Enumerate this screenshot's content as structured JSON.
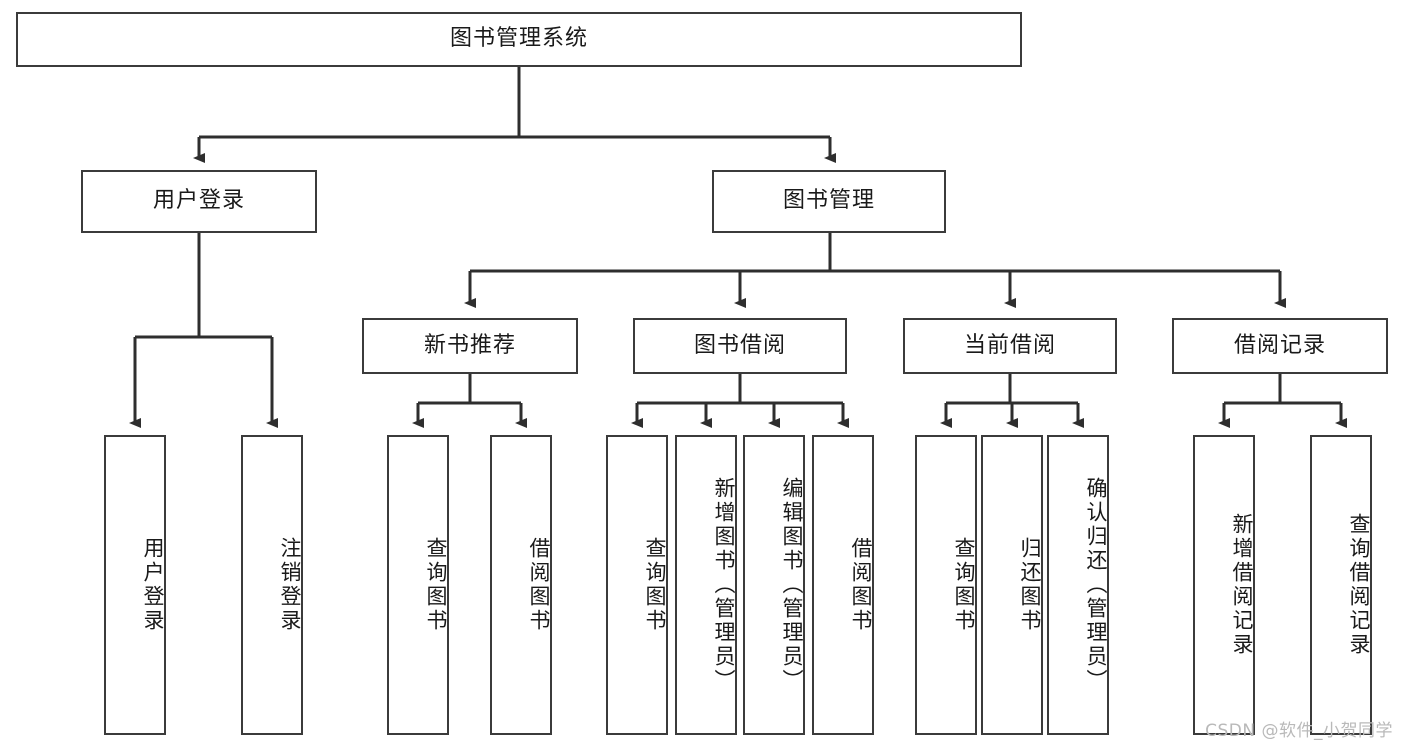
{
  "diagram": {
    "title": "图书管理系统",
    "type": "hierarchy-tree",
    "colors": {
      "box_border": "#3b3b3b",
      "box_fill": "#ffffff",
      "edge": "#2e2e2e",
      "text": "#1a1a1a",
      "watermark": "#b9b9b9",
      "background": "#ffffff"
    },
    "root": {
      "label": "图书管理系统"
    },
    "level2": [
      {
        "label": "用户登录"
      },
      {
        "label": "图书管理"
      }
    ],
    "level3": [
      {
        "label": "新书推荐"
      },
      {
        "label": "图书借阅"
      },
      {
        "label": "当前借阅"
      },
      {
        "label": "借阅记录"
      }
    ],
    "leaves": {
      "user_login": [
        {
          "label": "用户登录"
        },
        {
          "label": "注销登录"
        }
      ],
      "new_book_recommend": [
        {
          "label": "查询图书"
        },
        {
          "label": "借阅图书"
        }
      ],
      "book_borrow": [
        {
          "label": "查询图书"
        },
        {
          "label": "新增图书（管理员）"
        },
        {
          "label": "编辑图书（管理员）"
        },
        {
          "label": "借阅图书"
        }
      ],
      "current_borrow": [
        {
          "label": "查询图书"
        },
        {
          "label": "归还图书"
        },
        {
          "label": "确认归还（管理员）"
        }
      ],
      "borrow_record": [
        {
          "label": "新增借阅记录"
        },
        {
          "label": "查询借阅记录"
        }
      ]
    }
  },
  "watermark": {
    "text": "CSDN @软件_小贺同学"
  }
}
